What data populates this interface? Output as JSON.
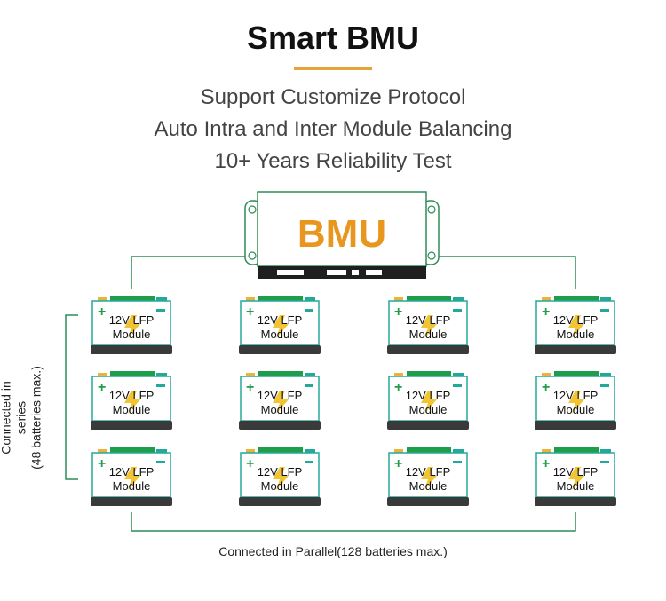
{
  "title": "Smart BMU",
  "features": [
    "Support Customize Protocol",
    "Auto Intra and Inter Module Balancing",
    "10+ Years Reliability Test"
  ],
  "bmu": {
    "label": "BMU"
  },
  "battery": {
    "line1": "12V LFP",
    "line2": "Module",
    "plus": "+",
    "minus": "−"
  },
  "series_label": {
    "line1": "Connected in series",
    "line2": "(48 batteries max.)"
  },
  "parallel_label": "Connected in Parallel(128 batteries max.)",
  "colors": {
    "accent": "#E8A23A",
    "line": "#2E8B57",
    "battery_green": "#1E9E4A",
    "battery_teal": "#23A99A",
    "battery_base": "#3A3A3A",
    "bmu_text": "#E8961E"
  },
  "grid": {
    "rows": 3,
    "cols": 4
  }
}
